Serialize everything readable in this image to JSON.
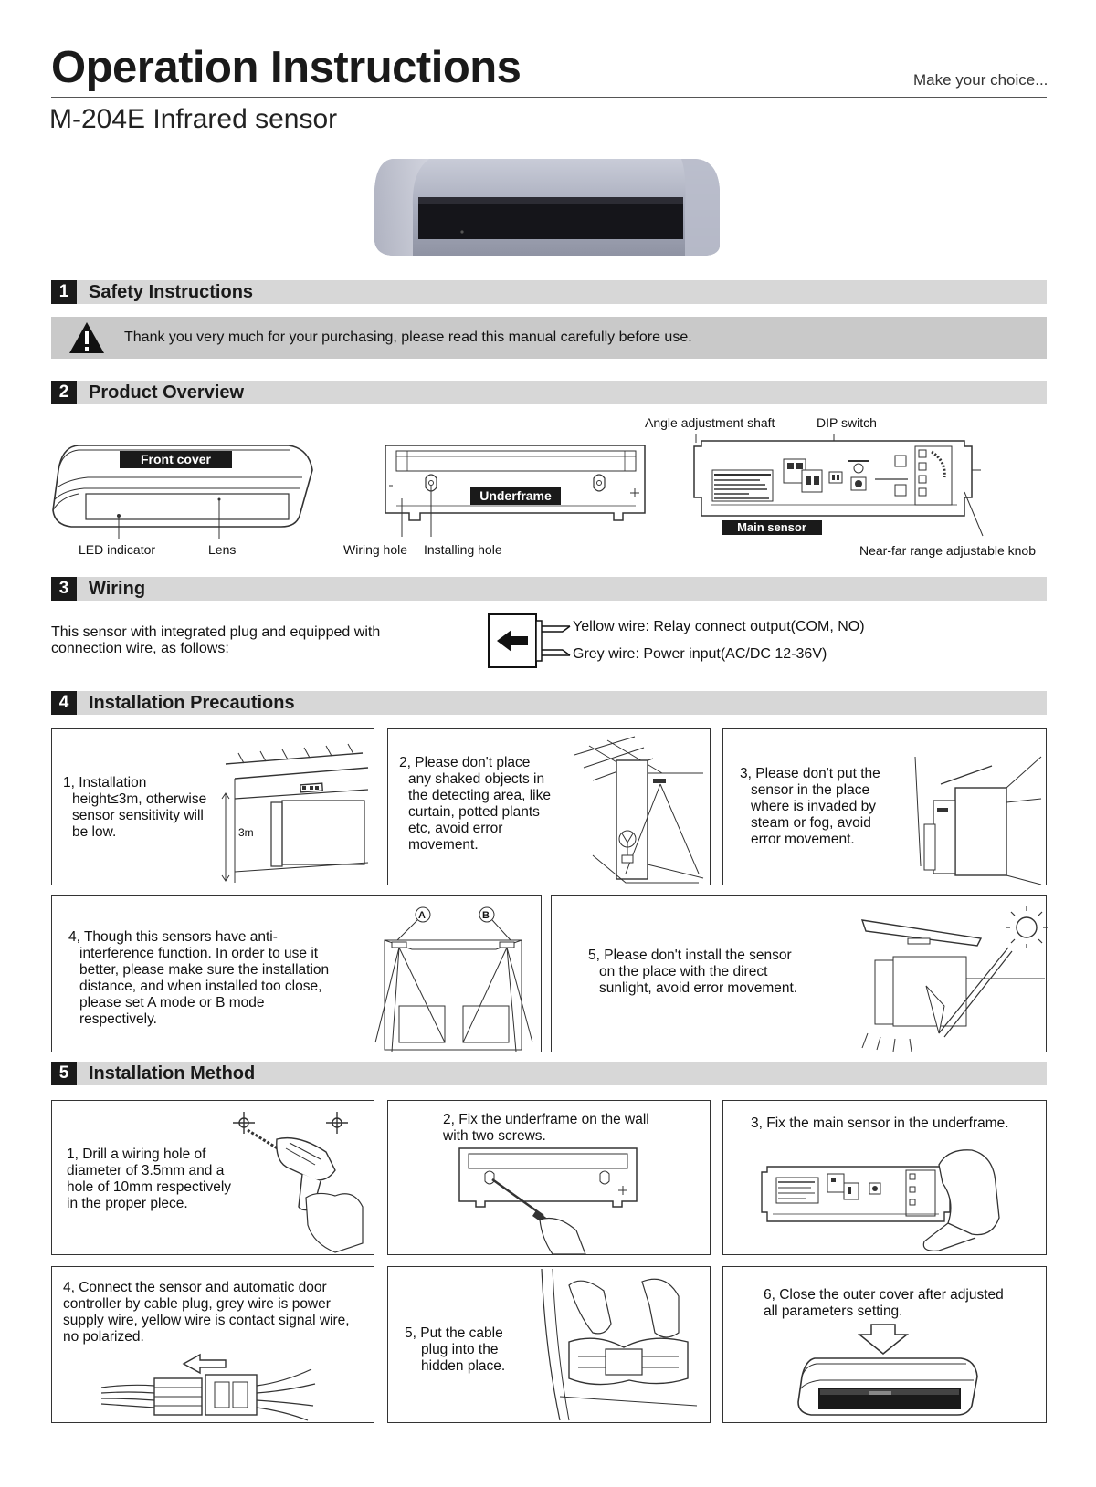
{
  "header": {
    "title": "Operation Instructions",
    "tagline": "Make your choice...",
    "subtitle": "M-204E Infrared sensor"
  },
  "sections": [
    {
      "number": "1",
      "label": "Safety Instructions"
    },
    {
      "number": "2",
      "label": "Product Overview"
    },
    {
      "number": "3",
      "label": "Wiring"
    },
    {
      "number": "4",
      "label": "Installation Precautions"
    },
    {
      "number": "5",
      "label": "Installation Method"
    }
  ],
  "safety": {
    "text": "Thank you very much for your purchasing, please read this manual carefully before use."
  },
  "overview": {
    "front_cover": "Front cover",
    "led_indicator": "LED indicator",
    "lens": "Lens",
    "underframe": "Underframe",
    "wiring_hole": "Wiring hole",
    "installing_hole": "Installing hole",
    "angle_shaft": "Angle adjustment shaft",
    "dip_switch": "DIP switch",
    "main_sensor": "Main sensor",
    "range_knob": "Near-far range adjustable knob"
  },
  "wiring": {
    "intro_line1": "This sensor with integrated plug and equipped with",
    "intro_line2": "connection wire, as follows:",
    "yellow": "Yellow wire: Relay connect output(COM, NO)",
    "grey": "Grey wire: Power input(AC/DC 12-36V)"
  },
  "precautions": {
    "p1": [
      "1, Installation",
      "height≤3m, otherwise",
      "sensor sensitivity will",
      "be low."
    ],
    "p1_height": "3m",
    "p2": [
      "2, Please don't place",
      "any shaked objects in",
      "the detecting area, like",
      "curtain, potted plants",
      "etc, avoid error",
      "movement."
    ],
    "p3": [
      "3, Please don't put the",
      "sensor in the place",
      "where is invaded by",
      "steam or fog, avoid",
      "error movement."
    ],
    "p4": [
      "4, Though this sensors have anti-",
      "interference function. In order to use it",
      "better, please make sure the installation",
      "distance, and when installed too close,",
      "please set A mode or B mode",
      "respectively."
    ],
    "mode_a": "A",
    "mode_b": "B",
    "p5": [
      "5, Please don't install the sensor",
      "on the place with the direct",
      "sunlight, avoid error movement."
    ]
  },
  "method": {
    "m1": [
      "1, Drill a wiring hole of",
      "diameter of 3.5mm and a",
      "hole of 10mm respectively",
      "in the proper plece."
    ],
    "m2": [
      "2, Fix the underframe on the wall",
      "with two screws."
    ],
    "m3": [
      "3, Fix the main sensor in the underframe."
    ],
    "m4": [
      "4, Connect the sensor and automatic door",
      "controller by cable plug, grey wire is power",
      "supply wire, yellow wire is contact signal wire,",
      "no polarized."
    ],
    "m5": [
      "5, Put the cable",
      "plug into the",
      "hidden place."
    ],
    "m6": [
      "6, Close the outer cover after adjusted",
      "all parameters setting."
    ]
  }
}
